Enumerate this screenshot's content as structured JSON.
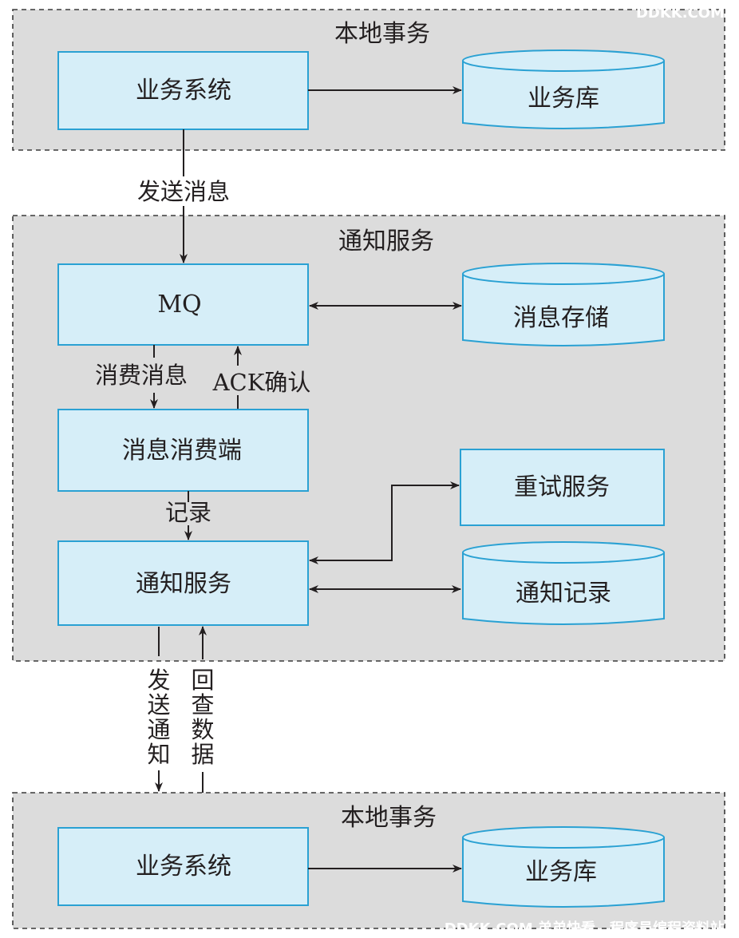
{
  "regions": {
    "top": "本地事务",
    "middle": "通知服务",
    "bottom": "本地事务"
  },
  "nodes": {
    "top_system": "业务系统",
    "top_db": "业务库",
    "mq": "MQ",
    "msg_store": "消息存储",
    "consumer": "消息消费端",
    "retry": "重试服务",
    "notify_service": "通知服务",
    "notify_record": "通知记录",
    "bottom_system": "业务系统",
    "bottom_db": "业务库"
  },
  "edges": {
    "send_message": "发送消息",
    "consume_message": "消费消息",
    "ack_confirm": "ACK确认",
    "record": "记录",
    "send_notify": [
      "发",
      "送",
      "通",
      "知"
    ],
    "query_back": [
      "回",
      "查",
      "数",
      "据"
    ]
  },
  "watermarks": {
    "top": "DDKK.COM",
    "bottom": "DDKK.COM 弟弟快看，程序员编程资料站"
  }
}
